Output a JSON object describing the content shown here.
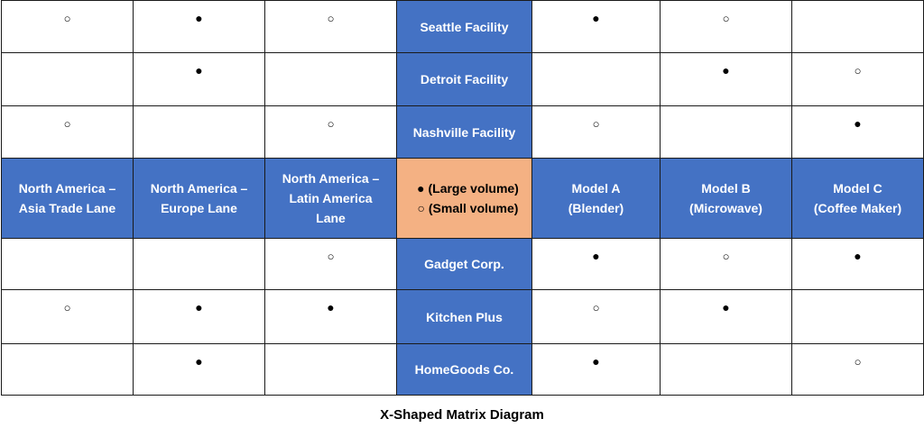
{
  "marks": {
    "large": "●",
    "small": "○"
  },
  "facilities": [
    "Seattle Facility",
    "Detroit Facility",
    "Nashville Facility"
  ],
  "customers": [
    "Gadget Corp.",
    "Kitchen Plus",
    "HomeGoods Co."
  ],
  "trade_lanes": [
    [
      "North America –",
      "Asia Trade Lane"
    ],
    [
      "North America –",
      "Europe Lane"
    ],
    [
      "North America –",
      "Latin America",
      "Lane"
    ]
  ],
  "models": [
    [
      "Model A",
      "(Blender)"
    ],
    [
      "Model B",
      "(Microwave)"
    ],
    [
      "Model C",
      "(Coffee Maker)"
    ]
  ],
  "legend": [
    "● (Large volume)",
    "○ (Small volume)"
  ],
  "top_left": [
    [
      "small",
      "large",
      "small"
    ],
    [
      "",
      "large",
      ""
    ],
    [
      "small",
      "",
      "small"
    ]
  ],
  "top_right": [
    [
      "large",
      "small",
      ""
    ],
    [
      "",
      "large",
      "small"
    ],
    [
      "small",
      "",
      "large"
    ]
  ],
  "bottom_left": [
    [
      "",
      "",
      "small"
    ],
    [
      "small",
      "large",
      "large"
    ],
    [
      "",
      "large",
      ""
    ]
  ],
  "bottom_right": [
    [
      "large",
      "small",
      "large"
    ],
    [
      "small",
      "large",
      ""
    ],
    [
      "large",
      "",
      "small"
    ]
  ],
  "caption": "X-Shaped Matrix Diagram",
  "colors": {
    "blue": "#4472c4",
    "orange": "#f4b183",
    "border": "#1a1a1a"
  }
}
